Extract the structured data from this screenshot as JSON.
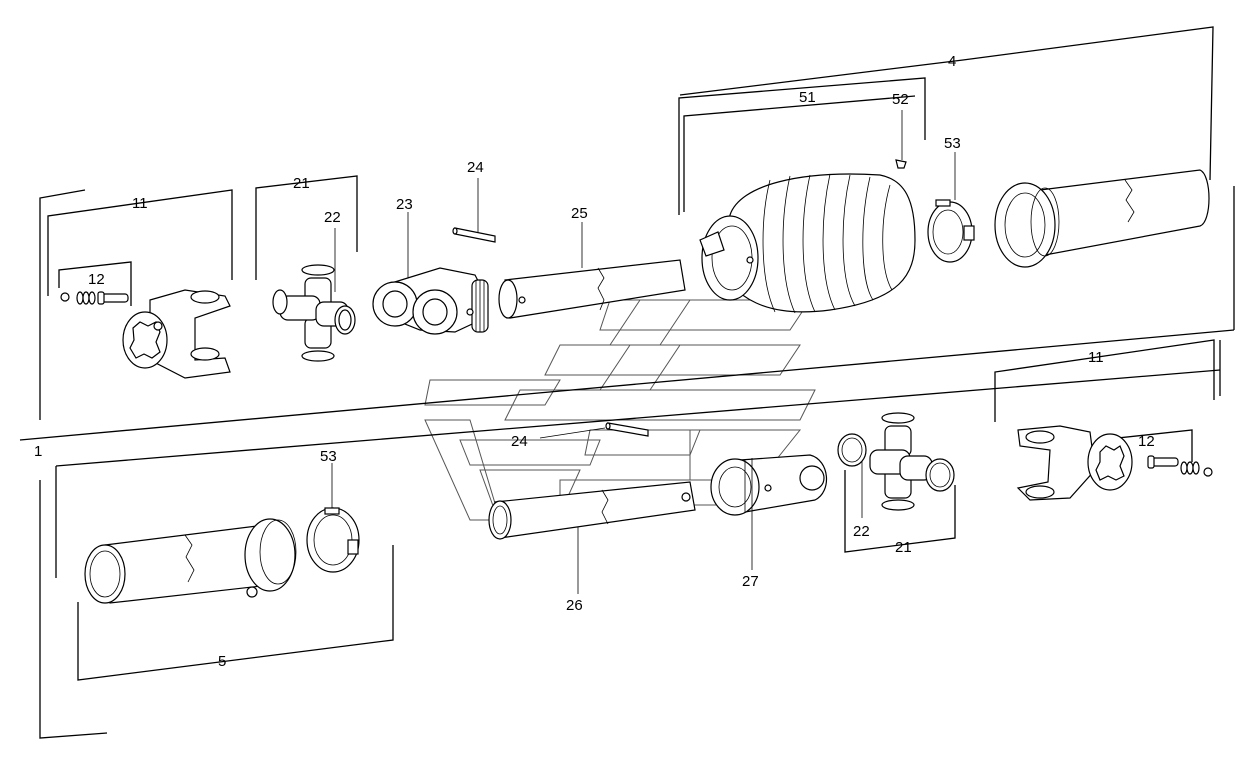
{
  "labels": {
    "l1": "1",
    "l4": "4",
    "l5": "5",
    "l11a": "11",
    "l11b": "11",
    "l12a": "12",
    "l12b": "12",
    "l21a": "21",
    "l21b": "21",
    "l22a": "22",
    "l22b": "22",
    "l23": "23",
    "l24a": "24",
    "l24b": "24",
    "l25": "25",
    "l26": "26",
    "l27": "27",
    "l51": "51",
    "l52": "52",
    "l53a": "53",
    "l53b": "53"
  }
}
